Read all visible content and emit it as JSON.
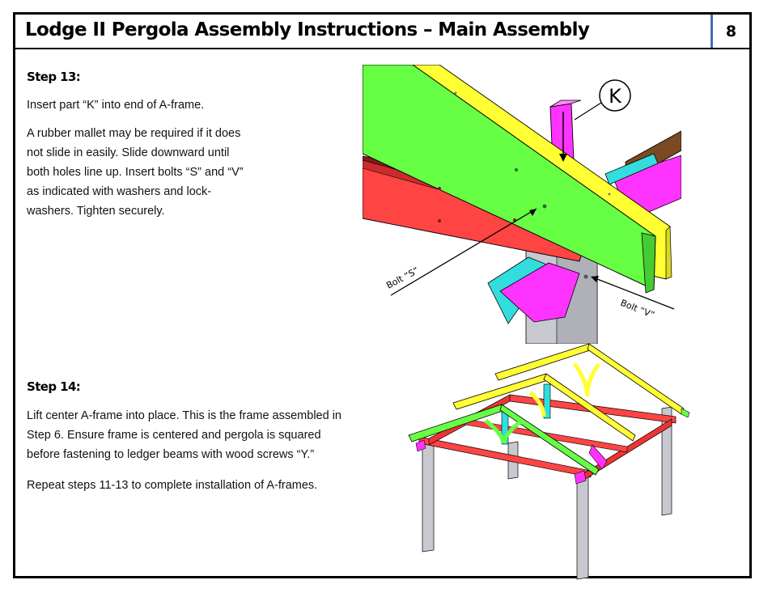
{
  "header": {
    "title": "Lodge II Pergola Assembly Instructions – Main Assembly",
    "page_number": "8"
  },
  "step13": {
    "heading": "Step 13:",
    "paragraph1": "Insert part “K” into end of A-frame.",
    "paragraph2_lines": [
      "A rubber mallet may be required if it does",
      "not slide in easily. Slide downward until",
      "both holes line up. Insert bolts “S” and “V”",
      "as indicated with washers and lock-",
      "washers. Tighten securely."
    ],
    "callouts": {
      "part_label": "K",
      "bolt_s": "Bolt “S”",
      "bolt_v": "Bolt “V”"
    }
  },
  "step14": {
    "heading": "Step 14:",
    "paragraph1_lines": [
      "Lift center A-frame into place. This is the frame assembled in",
      "Step 6.  Ensure frame is centered and pergola is squared",
      "before fastening to ledger beams with wood screws “Y.”"
    ],
    "paragraph2": "Repeat steps 11-13 to complete installation of A-frames."
  },
  "colors": {
    "border": "#000000",
    "page_number_divider": "#3f6fb5",
    "part_green": "#66ff44",
    "part_yellow": "#ffff33",
    "part_red": "#ff4444",
    "part_magenta": "#ff33ff",
    "part_cyan": "#33dddd",
    "part_grey": "#c8c8d0",
    "part_brown": "#7a4a22",
    "part_blue": "#1a2aa0"
  }
}
